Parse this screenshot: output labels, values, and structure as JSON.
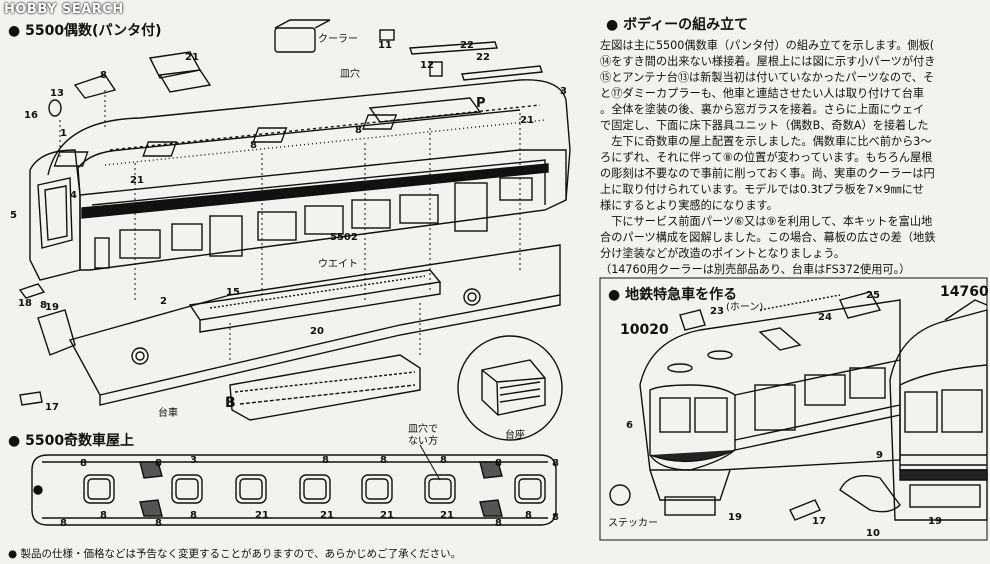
{
  "watermark": "HOBBY SEARCH",
  "left": {
    "heading_even": "5500偶数(パンタ付)",
    "heading_odd": "5500奇数車屋上",
    "callouts": {
      "cooler": "クーラー",
      "plate_hole": "皿穴",
      "weight": "ウエイト",
      "bogie": "台車",
      "base": "台座",
      "not_plate_hole": "皿穴で\nない方",
      "car_number": "5502"
    },
    "part_numbers": [
      "21",
      "8",
      "13",
      "16",
      "1",
      "4",
      "5",
      "3",
      "18",
      "19",
      "17",
      "2",
      "15",
      "20",
      "B",
      "11",
      "12",
      "22",
      "22",
      "P",
      "3",
      "8",
      "8",
      "8",
      "8",
      "8",
      "21",
      "21",
      "21",
      "21",
      "8",
      "8",
      "8",
      "8",
      "8",
      "8",
      "8",
      "8",
      "8",
      "8",
      "8",
      "8",
      "21",
      "21"
    ]
  },
  "right": {
    "heading_body": "ボディーの組み立て",
    "paragraphs": [
      "左図は主に5500偶数車（パンタ付）の組み立てを示します。側板(",
      "⑭をすき間の出来ない様接着。屋根上には図に示す小パーツが付き",
      "⑮とアンテナ台⑬は新製当初は付いていなかったパーツなので、そ",
      "と⑰ダミーカプラーも、他車と連結させたい人は取り付けて台車",
      "。全体を塗装の後、裏から窓ガラスを接着。さらに上面にウェイ",
      "で固定し、下面に床下器具ユニット（偶数B、奇数A）を接着した",
      "　左下に奇数車の屋上配置を示しました。偶数車に比べ前から3〜",
      "ろにずれ、それに伴って⑧の位置が変わっています。もちろん屋根",
      "の彫刻は不要なので事前に削っておく事。尚、実車のクーラーは円",
      "上に取り付けられています。モデルでは0.3tプラ板を7×9㎜にせ",
      "様にするとより実感的になります。",
      "　下にサービス前面パーツ⑥又は⑨を利用して、本キットを富山地",
      "合のパーツ構成を図解しました。この場合、幕板の広さの差（地鉄",
      "分け塗装などが改造のポイントとなりましょう。",
      "（14760用クーラーは別売部品あり、台車はFS372使用可。）"
    ],
    "heading_chitetsu": "地鉄特急車を作る",
    "labels": {
      "horn": "(ホーン)",
      "model_a": "10020",
      "model_b": "14760",
      "sticker": "ステッカー"
    },
    "part_numbers": [
      "23",
      "24",
      "25",
      "6",
      "9",
      "19",
      "19",
      "17",
      "10"
    ]
  },
  "footer_note": "● 製品の仕様・価格などは予告なく変更することがありますので、あらかじめご了承ください。"
}
